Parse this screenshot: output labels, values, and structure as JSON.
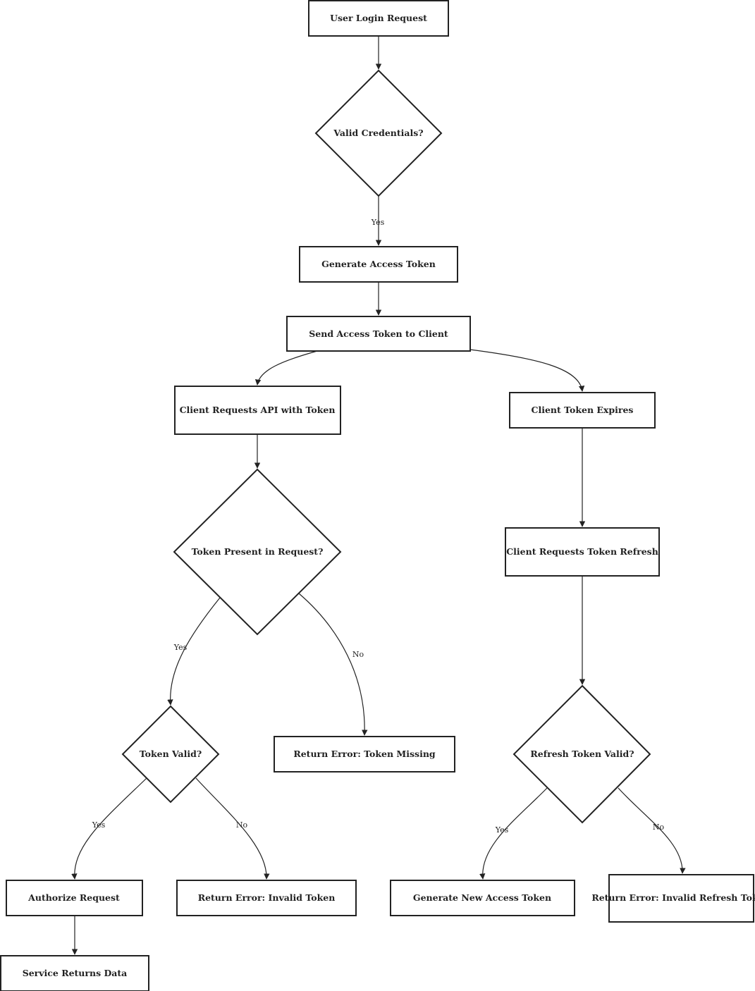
{
  "nodes": {
    "user_login_request": "User Login Request",
    "valid_credentials": "Valid Credentials?",
    "generate_access_token": "Generate Access Token",
    "send_access_token": "Send Access Token to Client",
    "client_requests_api": "Client Requests API with Token",
    "client_token_expires": "Client Token Expires",
    "token_present": "Token Present in Request?",
    "client_requests_refresh": "Client Requests Token Refresh",
    "token_valid": "Token Valid?",
    "return_error_missing": "Return Error: Token Missing",
    "refresh_token_valid": "Refresh Token Valid?",
    "authorize_request": "Authorize Request",
    "return_error_invalid": "Return Error: Invalid Token",
    "generate_new_access_token": "Generate New Access Token",
    "return_error_invalid_refresh": "Return Error: Invalid Refresh Token",
    "service_returns_data": "Service Returns Data"
  },
  "edge_labels": {
    "credentials_yes": "Yes",
    "present_yes": "Yes",
    "present_no": "No",
    "valid_yes": "Yes",
    "valid_no": "No",
    "refresh_yes": "Yes",
    "refresh_no": "No"
  },
  "colors": {
    "stroke": "#222222",
    "background": "#ffffff"
  }
}
